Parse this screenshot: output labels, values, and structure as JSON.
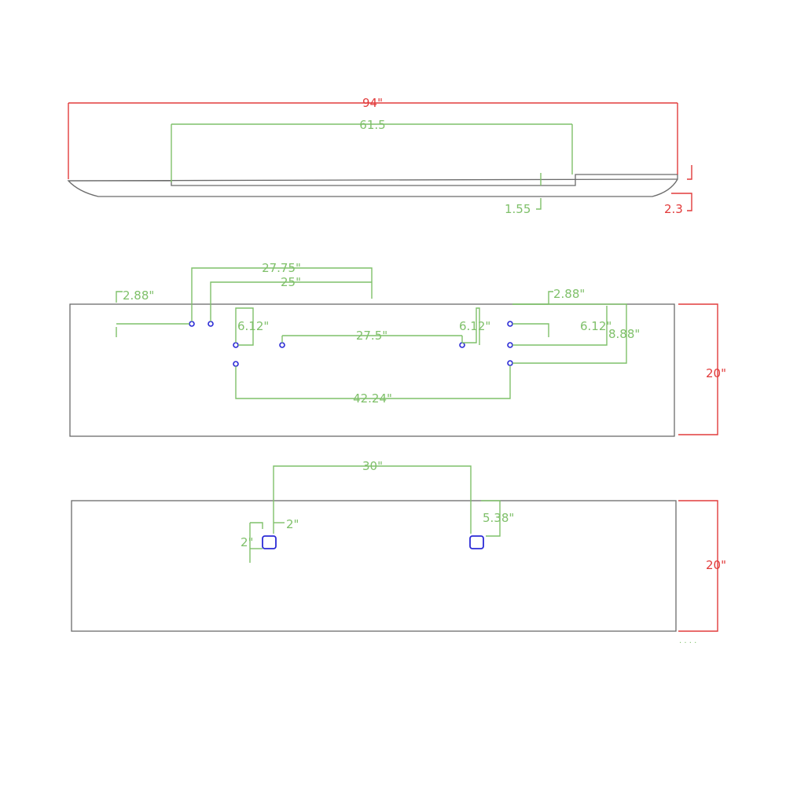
{
  "top_view": {
    "overall_length": "94\"",
    "center_section": "61.5",
    "step_height": "1.55",
    "end_height": "2.3"
  },
  "middle_view": {
    "d_2_88_left": "2.88\"",
    "d_27_75": "27.75\"",
    "d_25": "25\"",
    "d_6_12_a": "6.12\"",
    "d_27_5": "27.5\"",
    "d_6_12_b": "6.12\"",
    "d_2_88_right": "2.88\"",
    "d_6_12_c": "6.12\"",
    "d_8_88": "8.88\"",
    "d_42_24": "42.24\"",
    "height": "20\""
  },
  "bottom_view": {
    "d_30": "30\"",
    "d_2_h": "2\"",
    "d_2_v": "2\"",
    "d_5_38": "5.38\"",
    "height": "20\"",
    "footnote": ". . . ."
  },
  "colors": {
    "outline": "#6b6b6b",
    "dimension_overall": "#e23b3b",
    "dimension_detail": "#7fc06a",
    "holes": "#2b2bd6"
  }
}
